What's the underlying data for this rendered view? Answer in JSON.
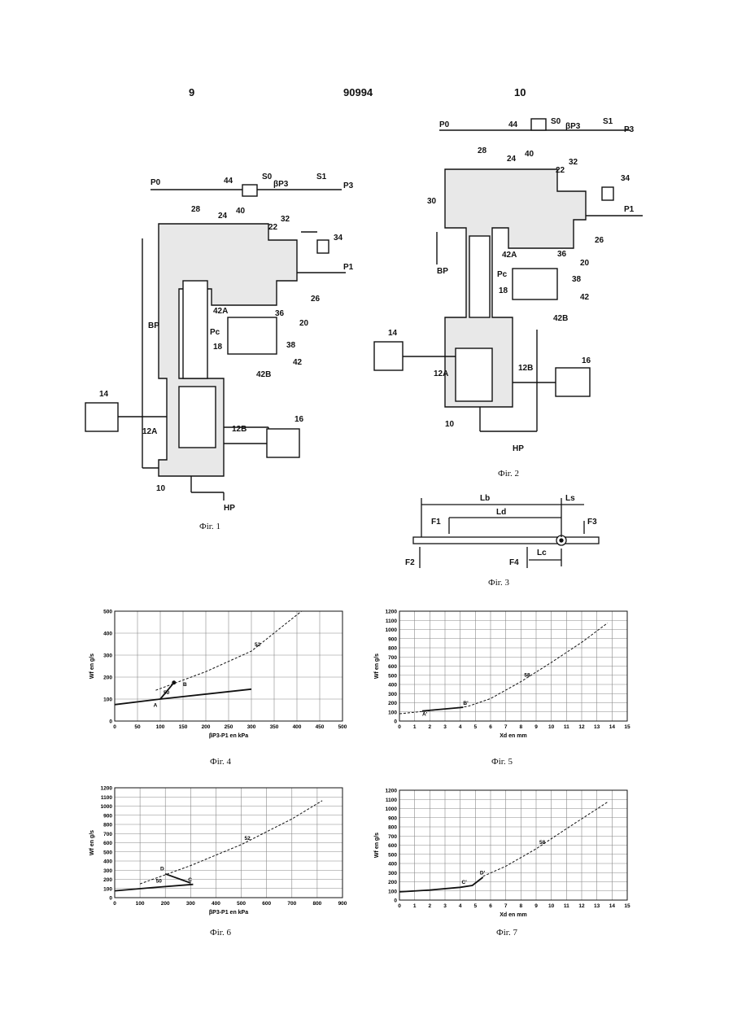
{
  "header": {
    "left_page": "9",
    "doc_number": "90994",
    "right_page": "10"
  },
  "captions": {
    "fig1": "Фіг. 1",
    "fig2": "Фіг. 2",
    "fig3": "Фіг. 3",
    "fig4": "Фіг. 4",
    "fig5": "Фіг. 5",
    "fig6": "Фіг. 6",
    "fig7": "Фіг. 7"
  },
  "fig1_labels": [
    "P0",
    "44",
    "S0",
    "βP3",
    "S1",
    "P3",
    "28",
    "24",
    "40",
    "22",
    "32",
    "34",
    "P1",
    "BP",
    "26",
    "20",
    "42A",
    "36",
    "Pc",
    "18",
    "38",
    "42",
    "42B",
    "14",
    "12A",
    "12B",
    "16",
    "10",
    "HP"
  ],
  "fig2_labels": [
    "P0",
    "44",
    "S0",
    "βP3",
    "S1",
    "P3",
    "28",
    "24",
    "40",
    "22",
    "32",
    "34",
    "P1",
    "30",
    "26",
    "BP",
    "42A",
    "36",
    "20",
    "Pc",
    "38",
    "18",
    "42",
    "42B",
    "14",
    "12A",
    "12B",
    "16",
    "10",
    "HP"
  ],
  "fig3_labels": {
    "lb": "Lb",
    "ls": "Ls",
    "ld": "Ld",
    "lc": "Lc",
    "f1": "F1",
    "f2": "F2",
    "f3": "F3",
    "f4": "F4"
  },
  "chart_data": [
    {
      "type": "line",
      "figure": "Фіг. 4",
      "xlabel": "βP3-P1 en kPa",
      "ylabel": "Wf en g/s",
      "xlim": [
        0,
        500
      ],
      "ylim": [
        0,
        500
      ],
      "xticks": [
        0,
        50,
        100,
        150,
        200,
        250,
        300,
        350,
        400,
        450,
        500
      ],
      "yticks": [
        0,
        100,
        200,
        300,
        400,
        500
      ],
      "grid": true,
      "series": [
        {
          "name": "52",
          "style": "dashed",
          "points": [
            [
              90,
              140
            ],
            [
              200,
              225
            ],
            [
              300,
              318
            ],
            [
              410,
              500
            ]
          ]
        },
        {
          "name": "50",
          "style": "solid",
          "points": [
            [
              0,
              75
            ],
            [
              100,
              100
            ],
            [
              300,
              145
            ]
          ]
        },
        {
          "name": "",
          "style": "arrow",
          "points": [
            [
              100,
              100
            ],
            [
              130,
              175
            ]
          ]
        }
      ],
      "annotations": [
        {
          "text": "A",
          "x": 85,
          "y": 65
        },
        {
          "text": "B",
          "x": 150,
          "y": 160
        }
      ]
    },
    {
      "type": "line",
      "figure": "Фіг. 5",
      "xlabel": "Xd en mm",
      "ylabel": "Wf en g/s",
      "xlim": [
        0,
        15
      ],
      "ylim": [
        0,
        1200
      ],
      "xticks": [
        0,
        1,
        2,
        3,
        4,
        5,
        6,
        7,
        8,
        9,
        10,
        11,
        12,
        13,
        14,
        15
      ],
      "yticks": [
        0,
        100,
        200,
        300,
        400,
        500,
        600,
        700,
        800,
        900,
        1000,
        1100,
        1200
      ],
      "grid": true,
      "series": [
        {
          "name": "58",
          "style": "dashed",
          "points": [
            [
              0,
              80
            ],
            [
              1.5,
              105
            ],
            [
              4.5,
              160
            ],
            [
              6,
              245
            ],
            [
              8,
              430
            ],
            [
              10,
              640
            ],
            [
              12,
              860
            ],
            [
              13.7,
              1070
            ]
          ]
        },
        {
          "name": "",
          "style": "solid",
          "points": [
            [
              1.5,
              110
            ],
            [
              4.2,
              150
            ]
          ]
        }
      ],
      "annotations": [
        {
          "text": "A'",
          "x": 1.5,
          "y": 60
        },
        {
          "text": "B'",
          "x": 4.2,
          "y": 180
        }
      ]
    },
    {
      "type": "line",
      "figure": "Фіг. 6",
      "xlabel": "βP3-P1 en kPa",
      "ylabel": "Wf en g/s",
      "xlim": [
        0,
        900
      ],
      "ylim": [
        0,
        1200
      ],
      "xticks": [
        0,
        100,
        200,
        300,
        400,
        500,
        600,
        700,
        800,
        900
      ],
      "yticks": [
        0,
        100,
        200,
        300,
        400,
        500,
        600,
        700,
        800,
        900,
        1000,
        1100,
        1200
      ],
      "grid": true,
      "series": [
        {
          "name": "52",
          "style": "dashed",
          "points": [
            [
              100,
              150
            ],
            [
              200,
              250
            ],
            [
              300,
              350
            ],
            [
              500,
              580
            ],
            [
              700,
              860
            ],
            [
              820,
              1060
            ]
          ]
        },
        {
          "name": "50",
          "style": "solid",
          "points": [
            [
              0,
              75
            ],
            [
              150,
              110
            ],
            [
              310,
              145
            ]
          ]
        },
        {
          "name": "",
          "style": "solid",
          "points": [
            [
              200,
              260
            ],
            [
              300,
              160
            ]
          ]
        }
      ],
      "annotations": [
        {
          "text": "D",
          "x": 180,
          "y": 300
        },
        {
          "text": "C",
          "x": 290,
          "y": 180
        }
      ]
    },
    {
      "type": "line",
      "figure": "Фіг. 7",
      "xlabel": "Xd en mm",
      "ylabel": "Wf en g/s",
      "xlim": [
        0,
        15
      ],
      "ylim": [
        0,
        1200
      ],
      "xticks": [
        0,
        1,
        2,
        3,
        4,
        5,
        6,
        7,
        8,
        9,
        10,
        11,
        12,
        13,
        14,
        15
      ],
      "yticks": [
        0,
        100,
        200,
        300,
        400,
        500,
        600,
        700,
        800,
        900,
        1000,
        1100,
        1200
      ],
      "grid": true,
      "series": [
        {
          "name": "58",
          "style": "dashed",
          "points": [
            [
              5.5,
              260
            ],
            [
              7,
              370
            ],
            [
              9,
              560
            ],
            [
              11,
              780
            ],
            [
              13.7,
              1070
            ]
          ]
        },
        {
          "name": "",
          "style": "solid",
          "points": [
            [
              0,
              90
            ],
            [
              2,
              110
            ],
            [
              4,
              140
            ],
            [
              4.8,
              160
            ],
            [
              5.5,
              250
            ]
          ]
        }
      ],
      "annotations": [
        {
          "text": "C'",
          "x": 4.1,
          "y": 180
        },
        {
          "text": "D'",
          "x": 5.3,
          "y": 280
        }
      ]
    }
  ]
}
